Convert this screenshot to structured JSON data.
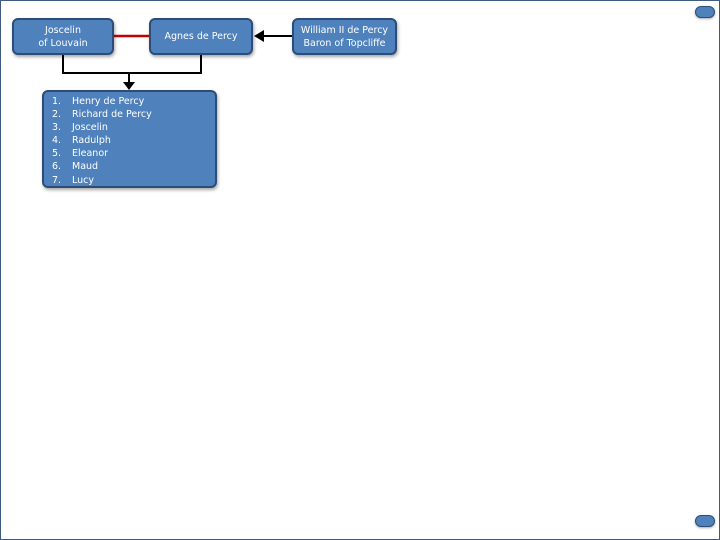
{
  "nodes": {
    "joscelin": {
      "line1": "Joscelin",
      "line2": "of Louvain"
    },
    "agnes": {
      "line1": "Agnes de Percy"
    },
    "william": {
      "line1": "William II de Percy",
      "line2": "Baron of Topcliffe"
    }
  },
  "children": [
    {
      "num": "1.",
      "name": "Henry de Percy"
    },
    {
      "num": "2.",
      "name": "Richard de Percy"
    },
    {
      "num": "3.",
      "name": "Joscelin"
    },
    {
      "num": "4.",
      "name": "Radulph"
    },
    {
      "num": "5.",
      "name": "Eleanor"
    },
    {
      "num": "6.",
      "name": "Maud"
    },
    {
      "num": "7.",
      "name": "Lucy"
    }
  ],
  "colors": {
    "node_fill": "#4f81bd",
    "node_border": "#2c4d78",
    "marriage_line": "#c00000",
    "connector": "#000000"
  }
}
